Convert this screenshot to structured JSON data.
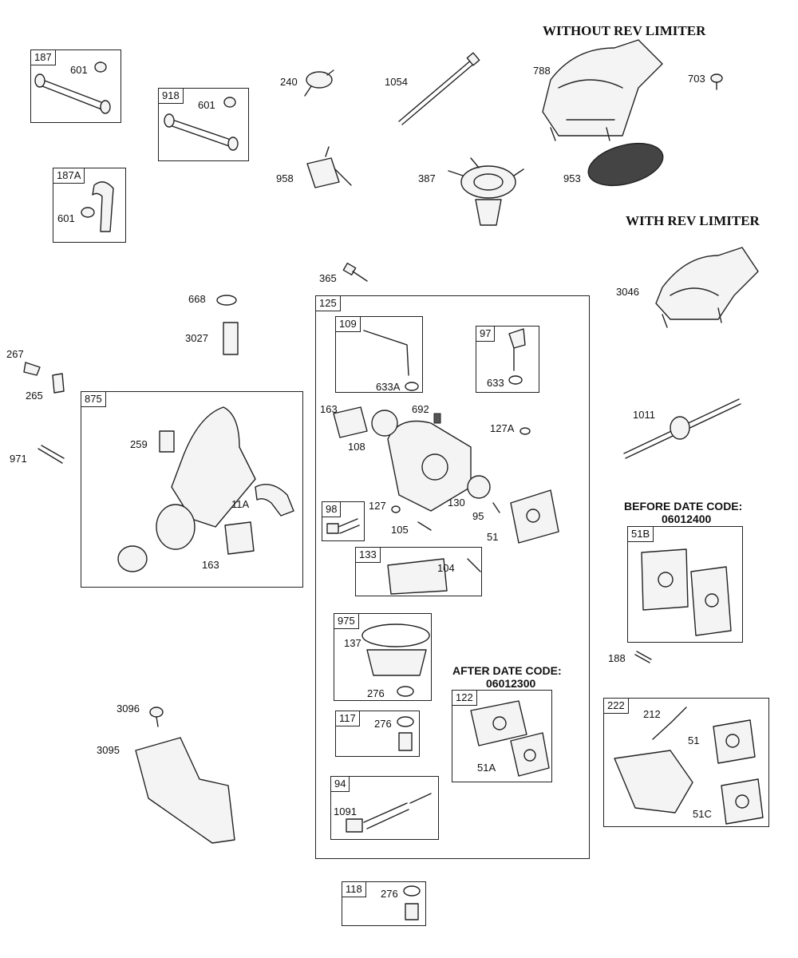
{
  "headings": {
    "without_rev_limiter": "WITHOUT REV LIMITER",
    "with_rev_limiter": "WITH REV LIMITER",
    "before_date_code": "BEFORE DATE CODE:",
    "before_date_code_value": "06012400",
    "after_date_code": "AFTER DATE CODE:",
    "after_date_code_value": "06012300"
  },
  "boxes": {
    "b187": "187",
    "b918": "918",
    "b187a": "187A",
    "b125": "125",
    "b109": "109",
    "b97": "97",
    "b875": "875",
    "b98": "98",
    "b133": "133",
    "b975": "975",
    "b117": "117",
    "b122": "122",
    "b94": "94",
    "b118": "118",
    "b51b": "51B",
    "b222": "222"
  },
  "labels": {
    "l601a": "601",
    "l601b": "601",
    "l601c": "601",
    "l240": "240",
    "l1054": "1054",
    "l788": "788",
    "l703": "703",
    "l958": "958",
    "l387": "387",
    "l953": "953",
    "l3046": "3046",
    "l365": "365",
    "l668": "668",
    "l3027": "3027",
    "l267": "267",
    "l265": "265",
    "l971": "971",
    "l259": "259",
    "l11a": "11A",
    "l163a": "163",
    "l633a": "633A",
    "l633": "633",
    "l163b": "163",
    "l692": "692",
    "l127a": "127A",
    "l108": "108",
    "l127": "127",
    "l130": "130",
    "l95": "95",
    "l105": "105",
    "l51a": "51",
    "l104": "104",
    "l137": "137",
    "l276a": "276",
    "l276b": "276",
    "l51A": "51A",
    "l1091": "1091",
    "l276c": "276",
    "l1011": "1011",
    "l188": "188",
    "l212": "212",
    "l51b": "51",
    "l51c": "51C",
    "l3096": "3096",
    "l3095": "3095"
  }
}
